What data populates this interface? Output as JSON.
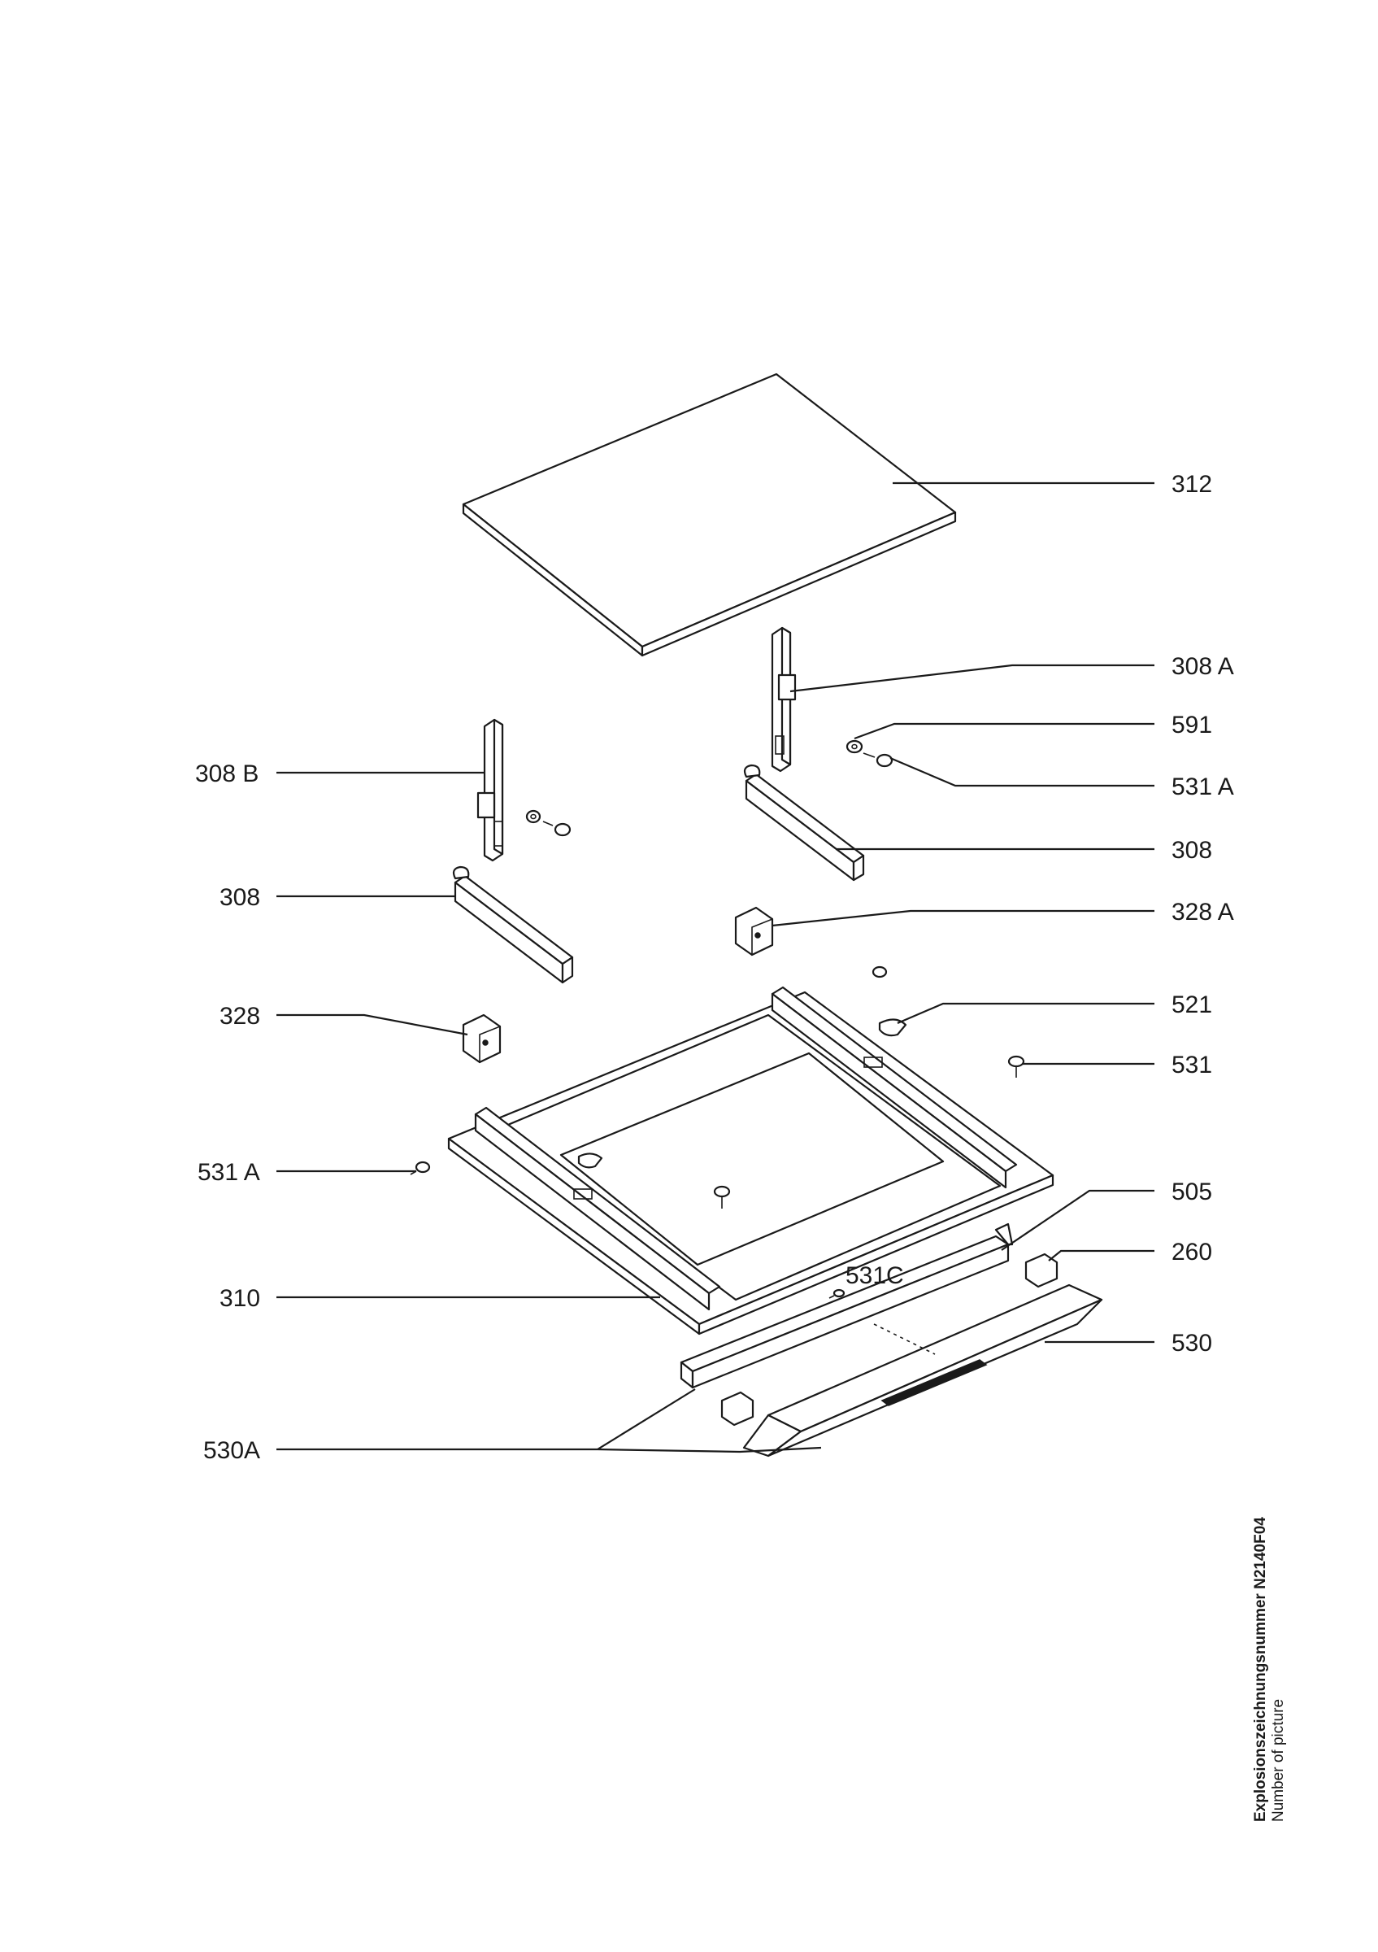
{
  "callouts": {
    "c312": "312",
    "c308A": "308 A",
    "c591": "591",
    "c531A_right": "531 A",
    "c308_right": "308",
    "c328A": "328 A",
    "c521": "521",
    "c531": "531",
    "c505": "505",
    "c260": "260",
    "c530": "530",
    "c308B": "308 B",
    "c308_left": "308",
    "c328": "328",
    "c531A_left": "531 A",
    "c310": "310",
    "c531C": "531C",
    "c530A": "530A"
  },
  "picture_number": {
    "label": "Explosionszeichnungsnummer N2140F04",
    "sublabel": "Number of picture"
  }
}
